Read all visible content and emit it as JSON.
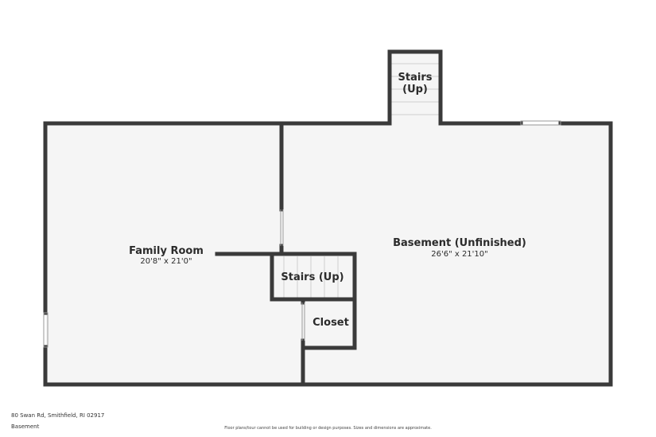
{
  "rooms": {
    "family_room": {
      "name": "Family Room",
      "dimensions": "20'8\" x 21'0\""
    },
    "basement": {
      "name": "Basement (Unfinished)",
      "dimensions": "26'6\" x 21'10\""
    },
    "stairs_top": {
      "line1": "Stairs",
      "line2": "(Up)"
    },
    "stairs_center": {
      "name": "Stairs (Up)"
    },
    "closet": {
      "name": "Closet"
    }
  },
  "footer": {
    "address": "80 Swan Rd, Smithfield, RI 02917",
    "floor": "Basement",
    "disclaimer": "Floor plans/tour cannot be used for building or design purposes. Sizes and dimensions are approximate."
  },
  "colors": {
    "wall": "#3a3a3a",
    "floor": "#f5f5f5",
    "stair_line": "#cfcfcf"
  }
}
